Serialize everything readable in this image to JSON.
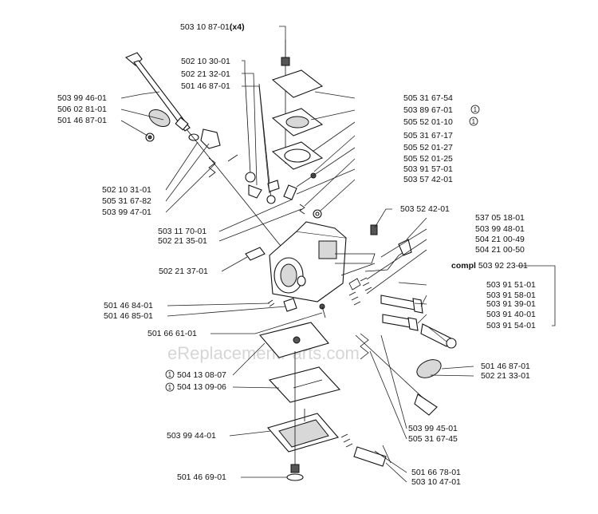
{
  "watermark": "eReplacementParts.com",
  "labels": {
    "l01": "503 10 87-01",
    "l01_qty": "(x4)",
    "l02": "502 10 30-01",
    "l03": "502 21 32-01",
    "l04": "501 46 87-01",
    "l05": "503 99 46-01",
    "l06": "506 02 81-01",
    "l07": "501 46 87-01",
    "l08": "505 31 67-54",
    "l09": "503 89 67-01",
    "l10": "505 52 01-10",
    "l11": "505 31 67-17",
    "l12": "505 52 01-27",
    "l13": "505 52 01-25",
    "l14": "503 91 57-01",
    "l15": "503 57 42-01",
    "l16": "502 10 31-01",
    "l17": "505 31 67-82",
    "l18": "503 99 47-01",
    "l19": "503 52 42-01",
    "l20": "503 11 70-01",
    "l21": "502 21 35-01",
    "l22": "537 05 18-01",
    "l23": "503 99 48-01",
    "l24": "504 21 00-49",
    "l25": "504 21 00-50",
    "l26_prefix": "compl",
    "l26": "503 92 23-01",
    "l27": "502 21 37-01",
    "l28": "503 91 51-01",
    "l29": "503 91 58-01",
    "l30": "503 91 39-01",
    "l31": "503 91 40-01",
    "l32": "503 91 54-01",
    "l33": "501 46 84-01",
    "l34": "501 46 85-01",
    "l35": "501 66 61-01",
    "l36": "501 46 87-01",
    "l37": "502 21 33-01",
    "l38": "504 13 08-07",
    "l39": "504 13 09-06",
    "l40": "503 99 45-01",
    "l41": "505 31 67-45",
    "l42": "503 99 44-01",
    "l43": "501 66 78-01",
    "l44": "501 46 69-01",
    "l45": "503 10 47-01"
  },
  "circle_marks": {
    "c1": "1",
    "c2": "1",
    "c3": "1",
    "c4": "1"
  }
}
